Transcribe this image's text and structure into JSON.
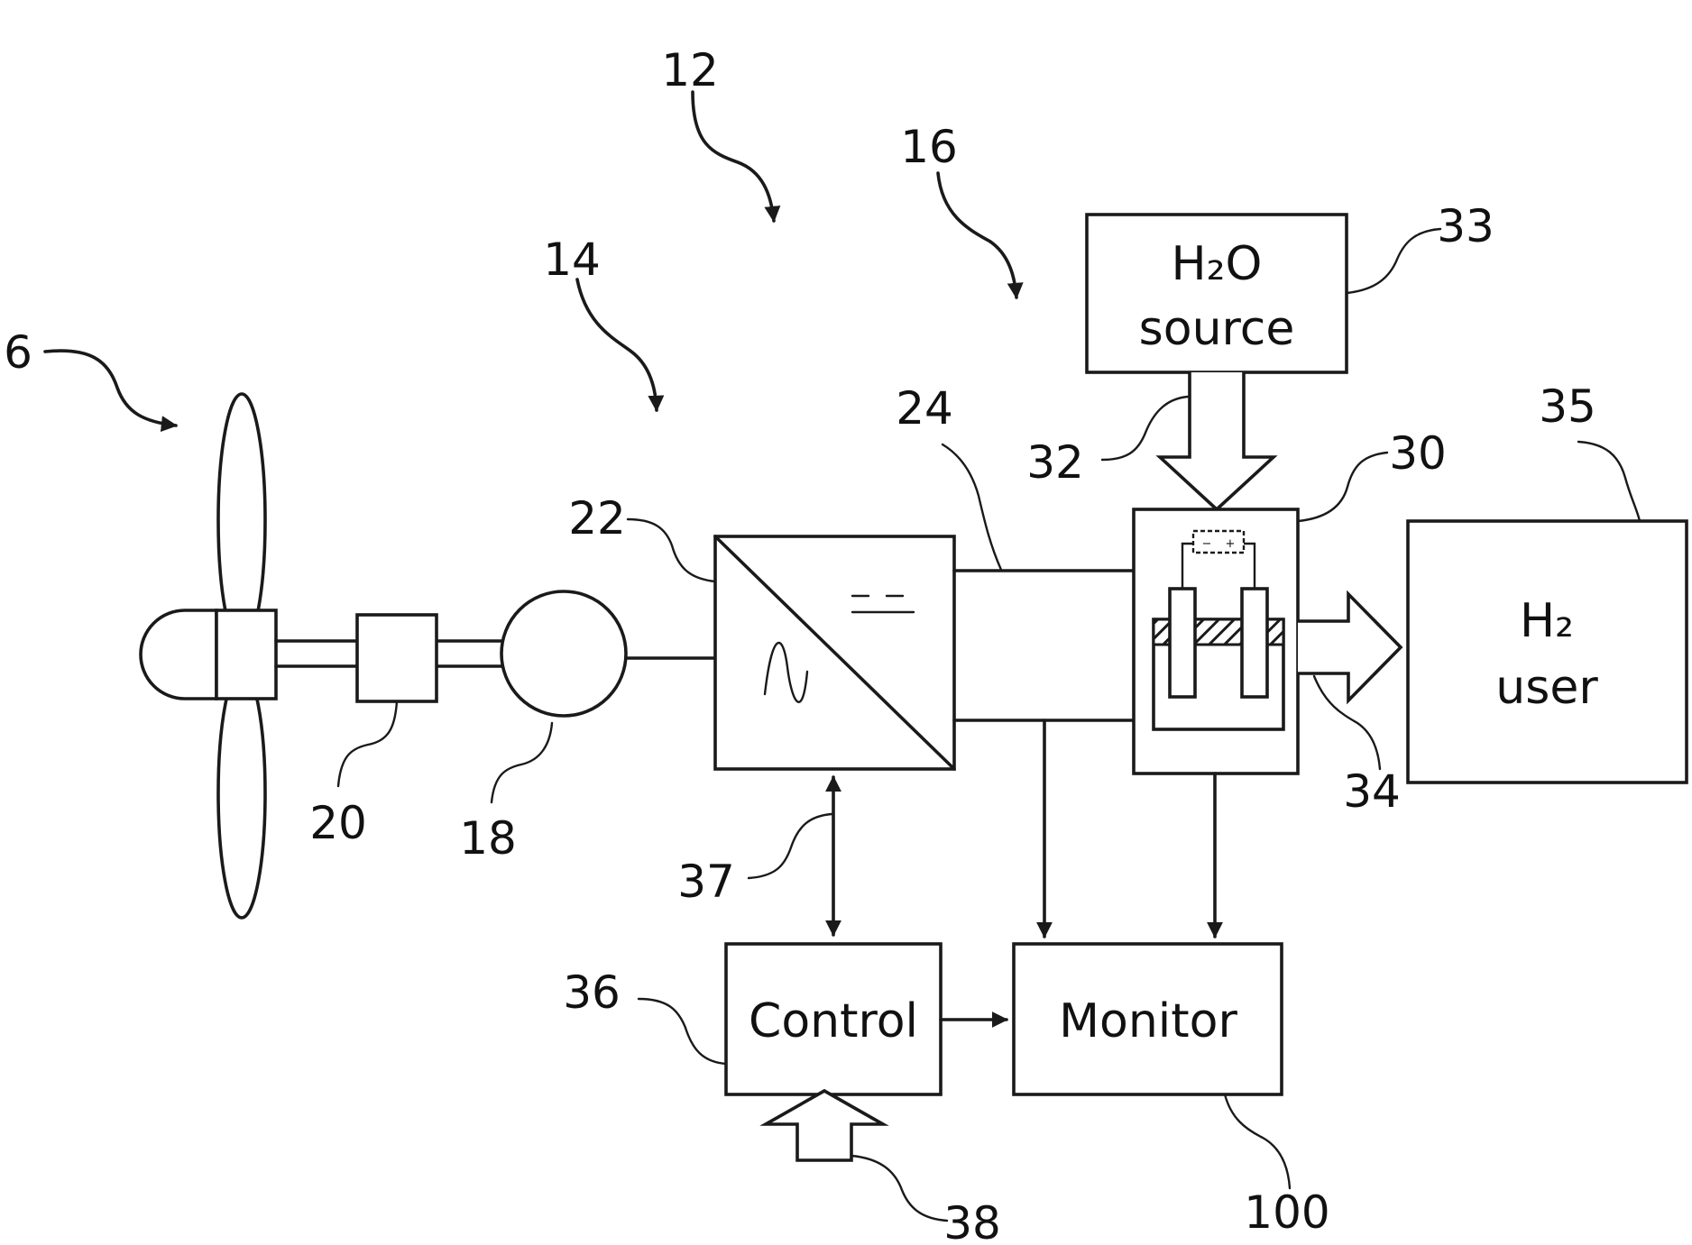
{
  "colors": {
    "line": "#1a1a1a",
    "background": "#ffffff",
    "hatch": "#1a1a1a"
  },
  "boxes": {
    "h2o_source": {
      "line1": "H₂O",
      "line2": "source"
    },
    "h2_user": {
      "line1": "H₂",
      "line2": "user"
    },
    "control": "Control",
    "monitor": "Monitor"
  },
  "converter_symbols": {
    "dc": "⎓",
    "ac": "∿"
  },
  "electrolyzer_battery": {
    "minus": "−",
    "plus": "+"
  },
  "references": {
    "r6": "6",
    "r12": "12",
    "r14": "14",
    "r16": "16",
    "r18": "18",
    "r20": "20",
    "r22": "22",
    "r24": "24",
    "r30": "30",
    "r32": "32",
    "r33": "33",
    "r34": "34",
    "r35": "35",
    "r36": "36",
    "r37": "37",
    "r38": "38",
    "r100": "100"
  },
  "icons": {
    "rotor": "wind-turbine-rotor-icon",
    "gearbox": "gearbox-icon",
    "generator": "generator-icon",
    "converter": "ac-dc-converter-icon",
    "electrolyzer": "electrolyzer-icon"
  }
}
